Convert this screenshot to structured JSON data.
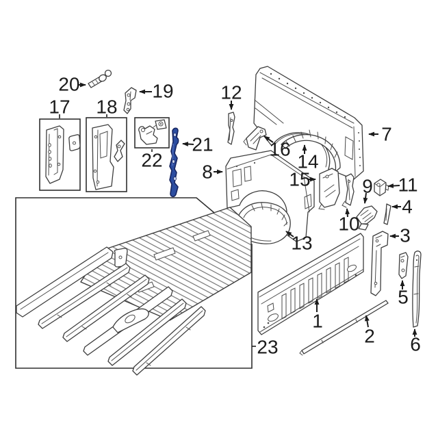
{
  "diagram": {
    "type": "exploded-parts-diagram",
    "description": "Truck bed / pickup box body panel exploded parts diagram",
    "background_color": "#ffffff",
    "line_color": "#3d3d3d",
    "label_color": "#1b1b1b",
    "highlight_color": "#2c4da0",
    "highlighted_callout": "21",
    "callouts": [
      {
        "label": "1"
      },
      {
        "label": "2"
      },
      {
        "label": "3"
      },
      {
        "label": "4"
      },
      {
        "label": "5"
      },
      {
        "label": "6"
      },
      {
        "label": "7"
      },
      {
        "label": "8"
      },
      {
        "label": "9"
      },
      {
        "label": "10"
      },
      {
        "label": "11"
      },
      {
        "label": "12"
      },
      {
        "label": "13"
      },
      {
        "label": "14"
      },
      {
        "label": "15"
      },
      {
        "label": "16"
      },
      {
        "label": "17"
      },
      {
        "label": "18"
      },
      {
        "label": "19"
      },
      {
        "label": "20"
      },
      {
        "label": "21"
      },
      {
        "label": "22"
      },
      {
        "label": "23"
      }
    ]
  }
}
